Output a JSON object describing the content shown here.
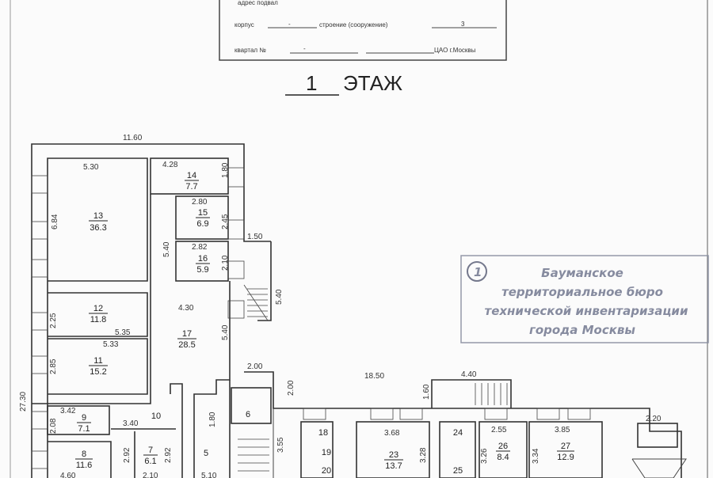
{
  "header": {
    "top_line": "адрес подвал",
    "korpus_label": "корпус",
    "korpus_value": "-",
    "stroenie_label": "строение (сооружение)",
    "stroenie_value": "3",
    "kvartal_label": "квартал №",
    "kvartal_value": "-",
    "district": "ЦАО г.Москвы"
  },
  "floor_title": {
    "number": "1",
    "label": "ЭТАЖ"
  },
  "stamp": {
    "number": "1",
    "lines": [
      "Бауманское",
      "территориальное бюро",
      "технической инвентаризации",
      "города Москвы"
    ]
  },
  "dimensions": {
    "d1160": "11.60",
    "d530": "5.30",
    "d428": "4.28",
    "d180a": "1.80",
    "d280": "2.80",
    "d245": "2.45",
    "d684": "6.84",
    "d540a": "5.40",
    "d282": "2.82",
    "d210a": "2.10",
    "d150": "1.50",
    "d540b": "5.40",
    "d430": "4.30",
    "d225": "2.25",
    "d535": "5.35",
    "d533": "5.33",
    "d540c": "5.40",
    "d285": "2.85",
    "d2730": "27.30",
    "d200a": "2.00",
    "d200b": "2.00",
    "d342": "3.42",
    "d208": "2.08",
    "d340": "3.40",
    "d292a": "2.92",
    "d292b": "2.92",
    "d180b": "1.80",
    "d355": "3.55",
    "d460": "4.60",
    "d210b": "2.10",
    "d510": "5.10",
    "d1850": "18.50",
    "d440": "4.40",
    "d160": "1.60",
    "d368": "3.68",
    "d328": "3.28",
    "d255": "2.55",
    "d385": "3.85",
    "d326": "3.26",
    "d334": "3.34",
    "d220": "2.20"
  },
  "rooms": [
    {
      "no": "13",
      "area": "36.3"
    },
    {
      "no": "14",
      "area": "7.7"
    },
    {
      "no": "15",
      "area": "6.9"
    },
    {
      "no": "16",
      "area": "5.9"
    },
    {
      "no": "12",
      "area": "11.8"
    },
    {
      "no": "17",
      "area": "28.5"
    },
    {
      "no": "11",
      "area": "15.2"
    },
    {
      "no": "9",
      "area": "7.1"
    },
    {
      "no": "10",
      "area": ""
    },
    {
      "no": "8",
      "area": "11.6"
    },
    {
      "no": "7",
      "area": "6.1"
    },
    {
      "no": "5",
      "area": ""
    },
    {
      "no": "6",
      "area": ""
    },
    {
      "no": "18",
      "area": ""
    },
    {
      "no": "19",
      "area": ""
    },
    {
      "no": "20",
      "area": ""
    },
    {
      "no": "23",
      "area": "13.7"
    },
    {
      "no": "24",
      "area": ""
    },
    {
      "no": "25",
      "area": ""
    },
    {
      "no": "26",
      "area": "8.4"
    },
    {
      "no": "27",
      "area": "12.9"
    }
  ]
}
